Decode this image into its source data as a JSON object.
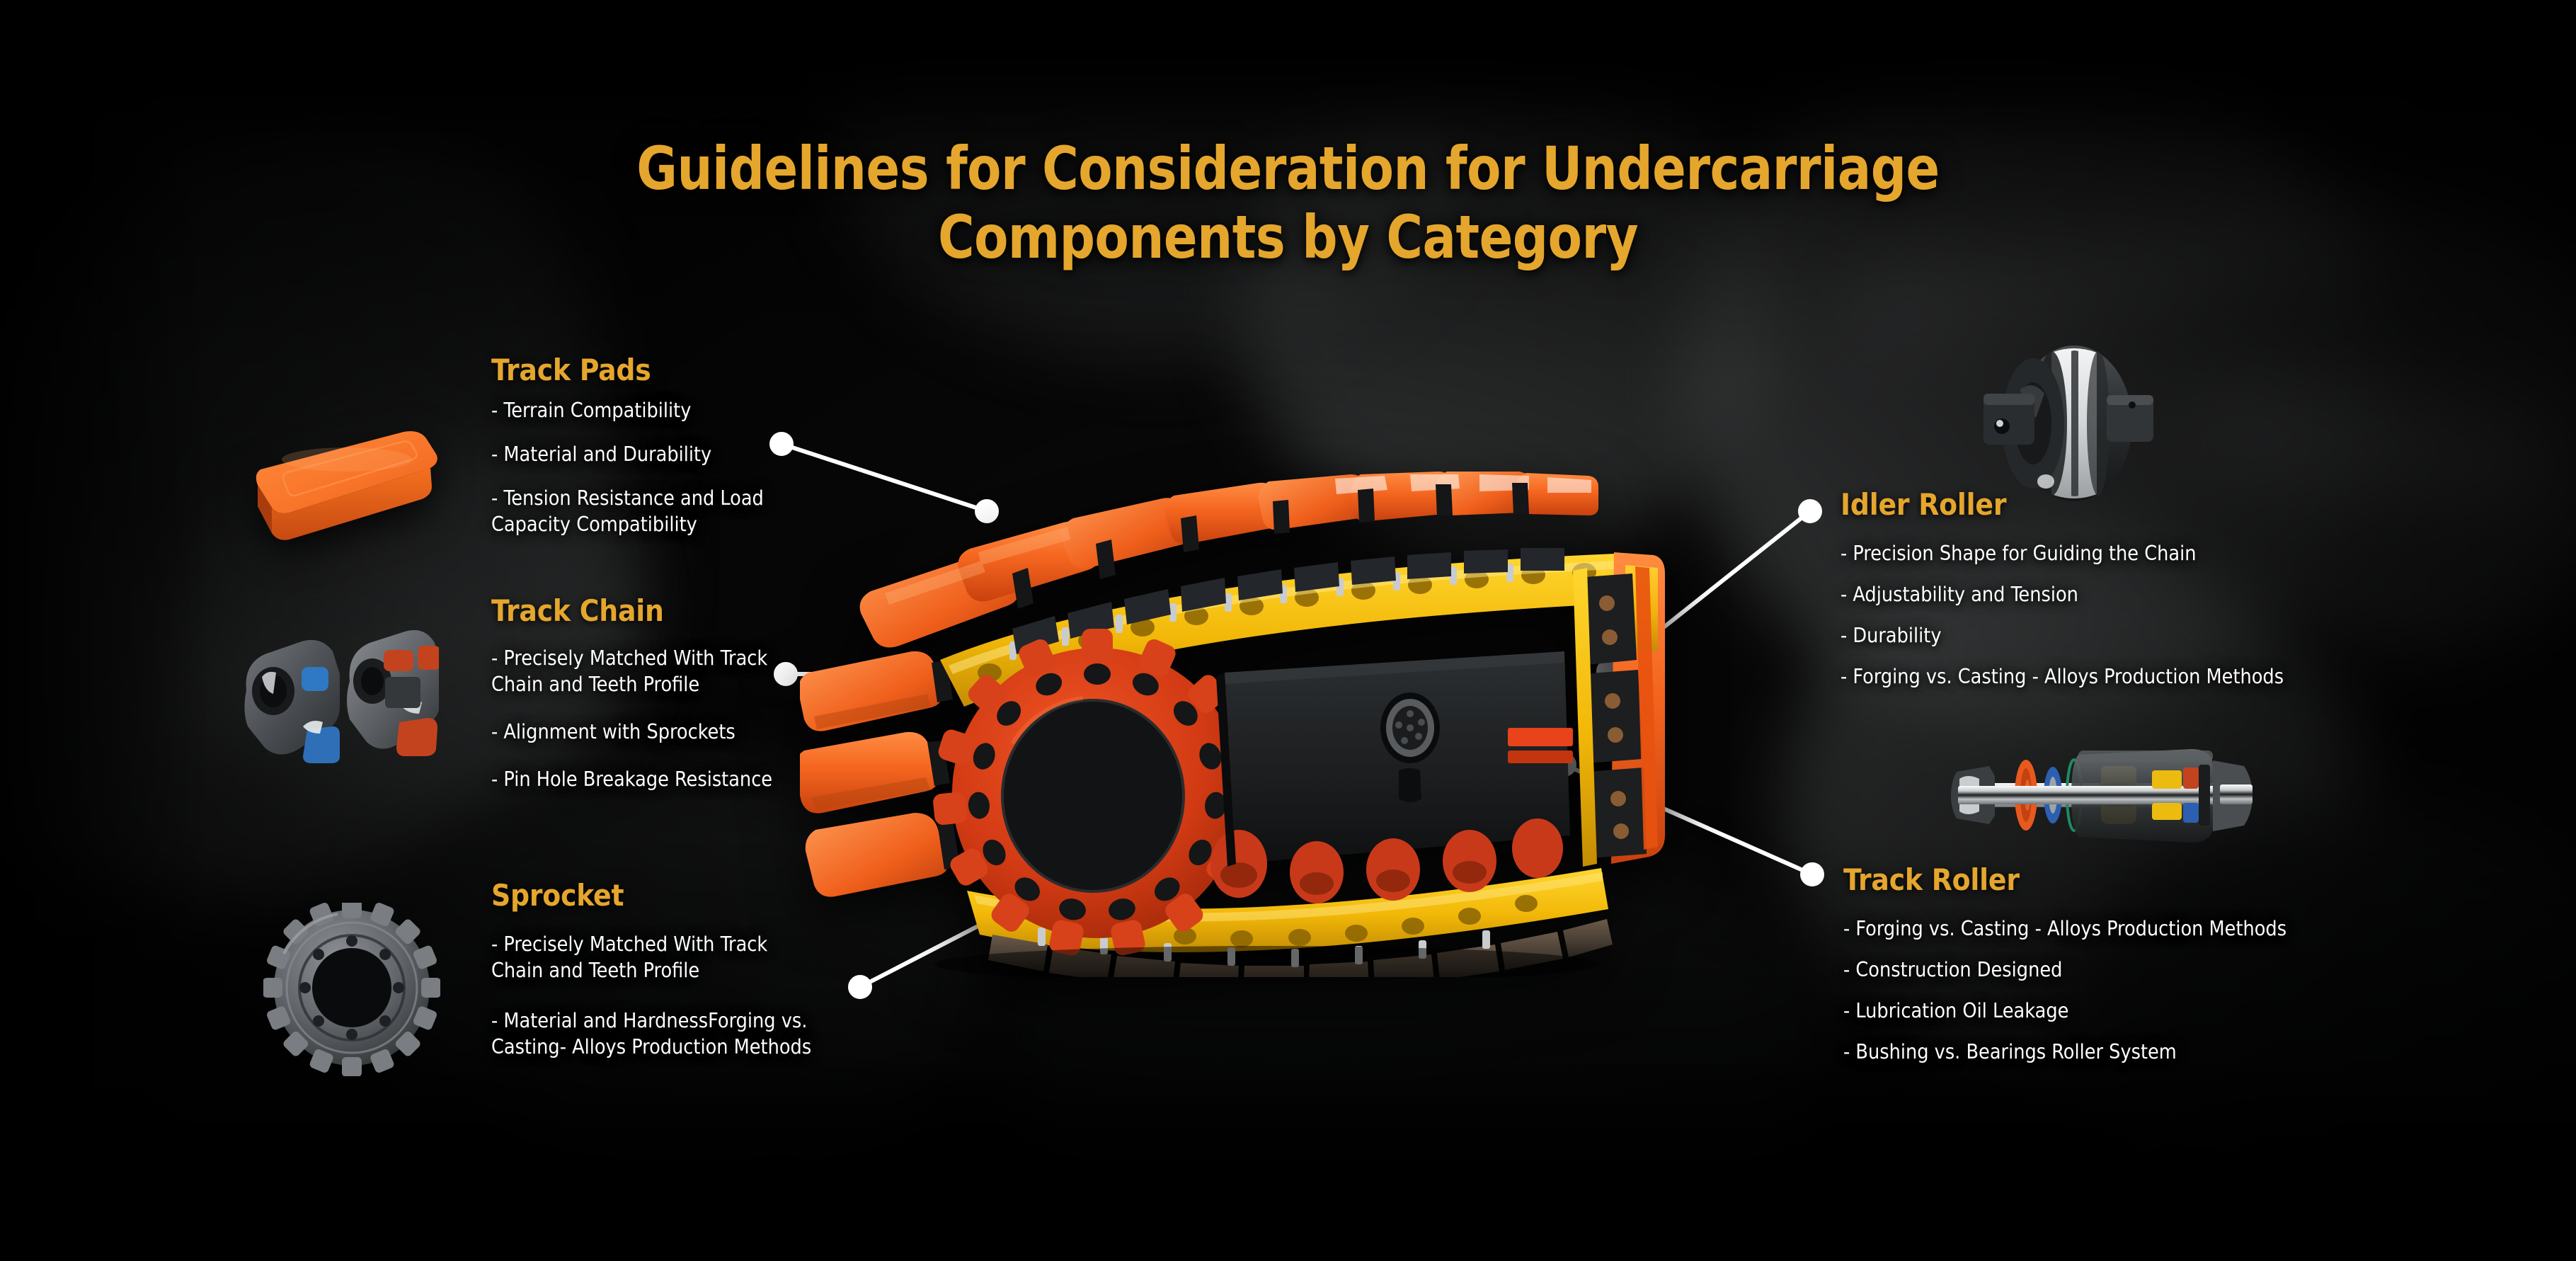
{
  "title": {
    "line1": "Guidelines for Consideration for Undercarriage",
    "line2": "Components by Category",
    "color": "#E5A62D"
  },
  "theme": {
    "heading_color": "#E5A62D",
    "body_color": "#FFFFFF",
    "leader_color": "#FFFFFF",
    "background_color": "#070707",
    "accent_orange": "#F05A1E",
    "accent_yellow": "#F4C20D",
    "accent_red": "#D93A18"
  },
  "sections": [
    {
      "id": "track-pads",
      "heading": "Track Pads",
      "bullets": [
        "- Terrain Compatibility",
        "- Material and Durability",
        "- Tension Resistance and Load\n   Capacity Compatibility"
      ]
    },
    {
      "id": "track-chain",
      "heading": "Track Chain",
      "bullets": [
        "- Precisely Matched With Track\n   Chain and Teeth Profile",
        "- Alignment with Sprockets",
        "- Pin Hole Breakage Resistance"
      ]
    },
    {
      "id": "sprocket",
      "heading": "Sprocket",
      "bullets": [
        " - Precisely Matched With Track\n    Chain and Teeth Profile",
        " - Material and HardnessForging vs.\n    Casting- Alloys Production Methods"
      ]
    },
    {
      "id": "idler-roller",
      "heading": "Idler Roller",
      "bullets": [
        "- Precision Shape for Guiding the Chain",
        "- Adjustability and Tension",
        "- Durability",
        "- Forging vs. Casting - Alloys Production Methods"
      ]
    },
    {
      "id": "track-roller",
      "heading": "Track Roller",
      "bullets": [
        "- Forging vs. Casting - Alloys Production Methods",
        "- Construction Designed",
        "- Lubrication Oil Leakage",
        "- Bushing vs. Bearings Roller System"
      ]
    }
  ],
  "artwork": {
    "track_pad_thumb": "orange-track-pad-photo",
    "track_chain_thumb": "track-chain-links-photo",
    "sprocket_thumb": "sprocket-gear-photo",
    "idler_roller_thumb": "idler-roller-photo",
    "track_roller_thumb": "track-roller-cutaway-photo",
    "hero": "undercarriage-assembly-photo",
    "background": "mechanic-hands-engine-photo"
  }
}
